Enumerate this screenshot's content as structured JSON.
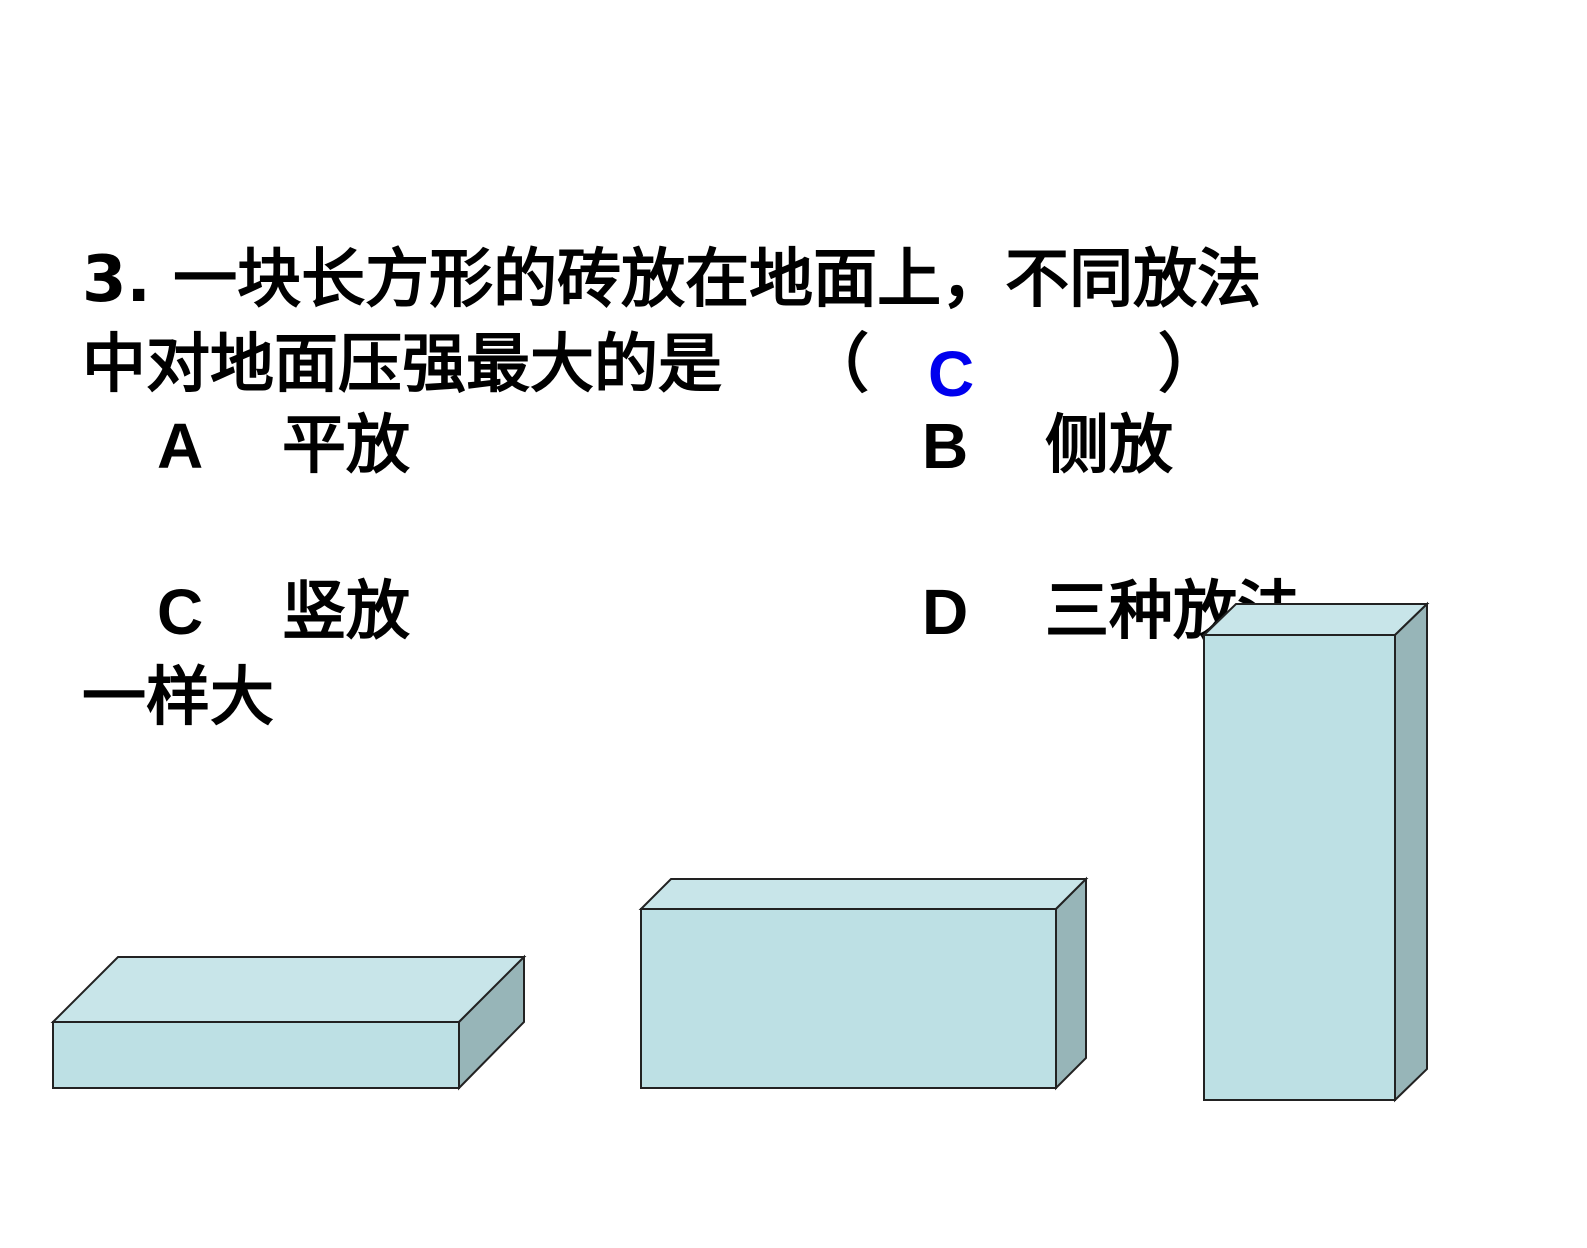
{
  "question": {
    "line1": "3.  一块长方形的砖放在地面上，不同放法",
    "line2": "中对地面压强最大的是",
    "paren_open": "（",
    "paren_close": "）",
    "answer": "C"
  },
  "options": {
    "a": {
      "letter": "A",
      "text": "平放"
    },
    "b": {
      "letter": "B",
      "text": "侧放"
    },
    "c": {
      "letter": "C",
      "text": "竖放"
    },
    "d": {
      "letter": "D",
      "text": "三种放法",
      "continuation": "一样大"
    }
  },
  "colors": {
    "text": "#000000",
    "answer": "#0000ee",
    "brick_front": "#bde0e4",
    "brick_top": "#c8e5e9",
    "brick_side": "#97b5b8",
    "brick_outline": "#222222"
  },
  "figures": [
    {
      "name": "brick-flat",
      "orientation": "平放"
    },
    {
      "name": "brick-side",
      "orientation": "侧放"
    },
    {
      "name": "brick-upright",
      "orientation": "竖放"
    }
  ]
}
